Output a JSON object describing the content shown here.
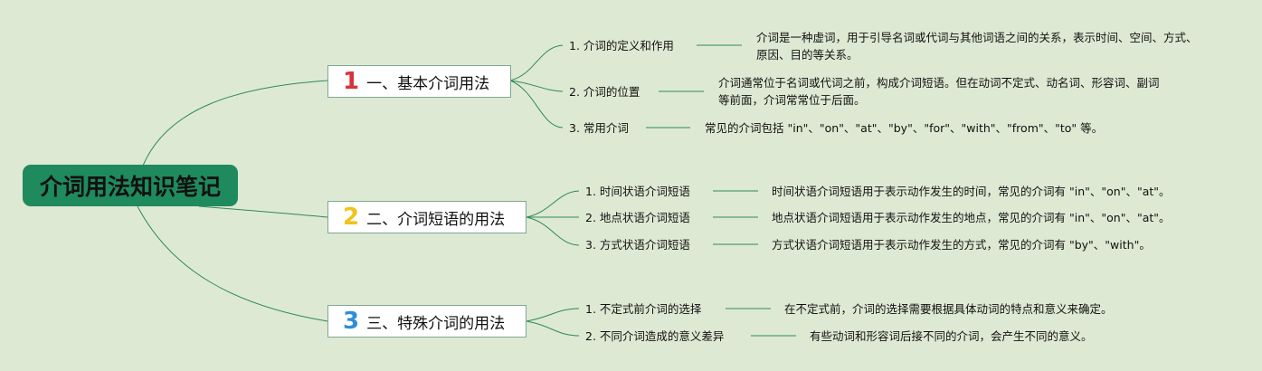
{
  "root": {
    "title": "介词用法知识笔记"
  },
  "colors": {
    "background": "#dde9d3",
    "root": "#1f8a5e",
    "line": "#2f8a5a",
    "num1": "#d9323a",
    "num2": "#f0c419",
    "num3": "#2d8fd6"
  },
  "branches": [
    {
      "number": "1",
      "label": "一、基本介词用法",
      "children": [
        {
          "label": "1. 介词的定义和作用",
          "detail": "介词是一种虚词，用于引导名词或代词与其他词语之间的关系，表示时间、空间、方式、原因、目的等关系。"
        },
        {
          "label": "2. 介词的位置",
          "detail": "介词通常位于名词或代词之前，构成介词短语。但在动词不定式、动名词、形容词、副词等前面，介词常常位于后面。"
        },
        {
          "label": "3. 常用介词",
          "detail": "常见的介词包括 \"in\"、\"on\"、\"at\"、\"by\"、\"for\"、\"with\"、\"from\"、\"to\" 等。"
        }
      ]
    },
    {
      "number": "2",
      "label": "二、介词短语的用法",
      "children": [
        {
          "label": "1. 时间状语介词短语",
          "detail": "时间状语介词短语用于表示动作发生的时间，常见的介词有 \"in\"、\"on\"、\"at\"。"
        },
        {
          "label": "2. 地点状语介词短语",
          "detail": "地点状语介词短语用于表示动作发生的地点，常见的介词有 \"in\"、\"on\"、\"at\"。"
        },
        {
          "label": "3. 方式状语介词短语",
          "detail": "方式状语介词短语用于表示动作发生的方式，常见的介词有 \"by\"、\"with\"。"
        }
      ]
    },
    {
      "number": "3",
      "label": "三、特殊介词的用法",
      "children": [
        {
          "label": "1. 不定式前介词的选择",
          "detail": "在不定式前，介词的选择需要根据具体动词的特点和意义来确定。"
        },
        {
          "label": "2. 不同介词造成的意义差异",
          "detail": "有些动词和形容词后接不同的介词，会产生不同的意义。"
        }
      ]
    }
  ]
}
